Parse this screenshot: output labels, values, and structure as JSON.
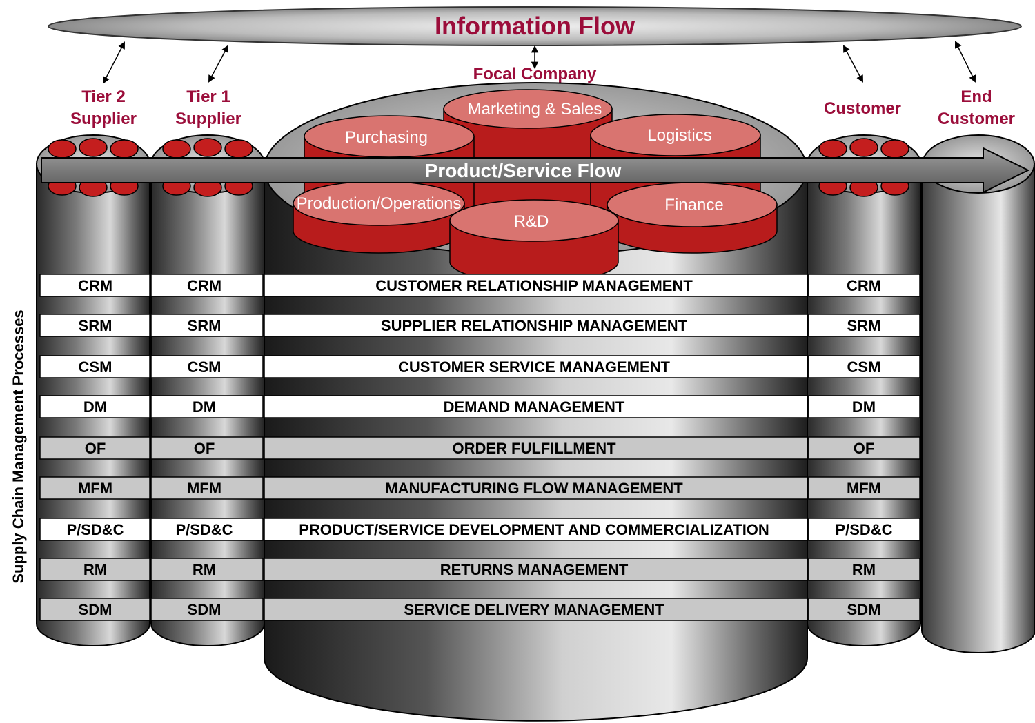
{
  "information_flow": "Information Flow",
  "product_flow": "Product/Service Flow",
  "side_label": "Supply Chain Management Processes",
  "columns": [
    {
      "line1": "Tier 2",
      "line2": "Supplier"
    },
    {
      "line1": "Tier 1",
      "line2": "Supplier"
    },
    {
      "line1": "Focal Company",
      "line2": ""
    },
    {
      "line1": "Customer",
      "line2": ""
    },
    {
      "line1": "End",
      "line2": "Customer"
    }
  ],
  "functions": {
    "marketing": "Marketing & Sales",
    "purchasing": "Purchasing",
    "logistics": "Logistics",
    "production": "Production/Operations",
    "rnd": "R&D",
    "finance": "Finance"
  },
  "processes": [
    {
      "abbr": "CRM",
      "full": "CUSTOMER RELATIONSHIP MANAGEMENT",
      "fill": "white"
    },
    {
      "abbr": "SRM",
      "full": "SUPPLIER RELATIONSHIP MANAGEMENT",
      "fill": "white"
    },
    {
      "abbr": "CSM",
      "full": "CUSTOMER SERVICE MANAGEMENT",
      "fill": "white"
    },
    {
      "abbr": "DM",
      "full": "DEMAND MANAGEMENT",
      "fill": "white"
    },
    {
      "abbr": "OF",
      "full": "ORDER FULFILLMENT",
      "fill": "gray"
    },
    {
      "abbr": "MFM",
      "full": "MANUFACTURING FLOW MANAGEMENT",
      "fill": "gray"
    },
    {
      "abbr": "P/SD&C",
      "full": "PRODUCT/SERVICE DEVELOPMENT AND COMMERCIALIZATION",
      "fill": "white"
    },
    {
      "abbr": "RM",
      "full": "RETURNS MANAGEMENT",
      "fill": "gray"
    },
    {
      "abbr": "SDM",
      "full": "SERVICE DELIVERY MANAGEMENT",
      "fill": "gray"
    }
  ],
  "colors": {
    "title": "#9b0d3a",
    "function_red": "#b81c1c",
    "function_top": "#d97470",
    "band_white": "#ffffff",
    "band_gray": "#c8c8c8"
  }
}
